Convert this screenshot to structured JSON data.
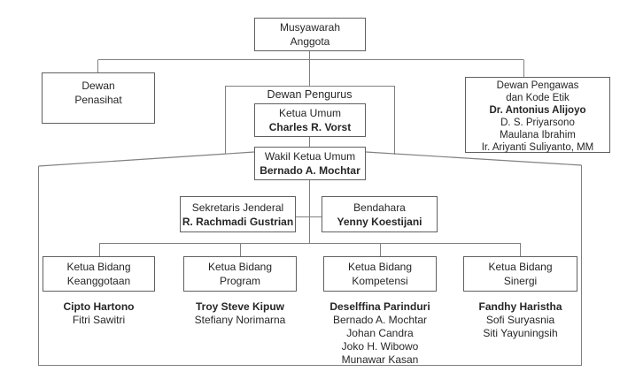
{
  "diagram_type": "organization-chart",
  "colors": {
    "background": "#ffffff",
    "box_border": "#606060",
    "connector_line": "#808080",
    "text": "#262626"
  },
  "nodes": {
    "musyawarah": {
      "line1": "Musyawarah",
      "line2": "Anggota"
    },
    "penasihat": {
      "line1": "Dewan",
      "line2": "Penasihat"
    },
    "pengurus_label": "Dewan Pengurus",
    "pengawas": {
      "title1": "Dewan Pengawas",
      "title2": "dan Kode Etik",
      "lead": "Dr. Antonius Alijoyo",
      "members": [
        "D. S. Priyarsono",
        "Maulana Ibrahim",
        "Ir. Ariyanti Suliyanto, MM"
      ]
    },
    "ketua_umum": {
      "title": "Ketua Umum",
      "name": "Charles R. Vorst"
    },
    "wakil_ketua_umum": {
      "title": "Wakil Ketua Umum",
      "name": "Bernado A. Mochtar"
    },
    "sekretaris_jenderal": {
      "title": "Sekretaris Jenderal",
      "name": "R. Rachmadi Gustrian"
    },
    "bendahara": {
      "title": "Bendahara",
      "name": "Yenny Koestijani"
    },
    "bidang": [
      {
        "title1": "Ketua Bidang",
        "title2": "Keanggotaan",
        "lead": "Cipto Hartono",
        "members": [
          "Fitri Sawitri"
        ]
      },
      {
        "title1": "Ketua Bidang",
        "title2": "Program",
        "lead": "Troy Steve Kipuw",
        "members": [
          "Stefiany Norimarna"
        ]
      },
      {
        "title1": "Ketua Bidang",
        "title2": "Kompetensi",
        "lead": "Deselffina Parinduri",
        "members": [
          "Bernado A. Mochtar",
          "Johan Candra",
          "Joko H. Wibowo",
          "Munawar Kasan"
        ]
      },
      {
        "title1": "Ketua Bidang",
        "title2": "Sinergi",
        "lead": "Fandhy Haristha",
        "members": [
          "Sofi Suryasnia",
          "Siti Yayuningsih"
        ]
      }
    ]
  }
}
